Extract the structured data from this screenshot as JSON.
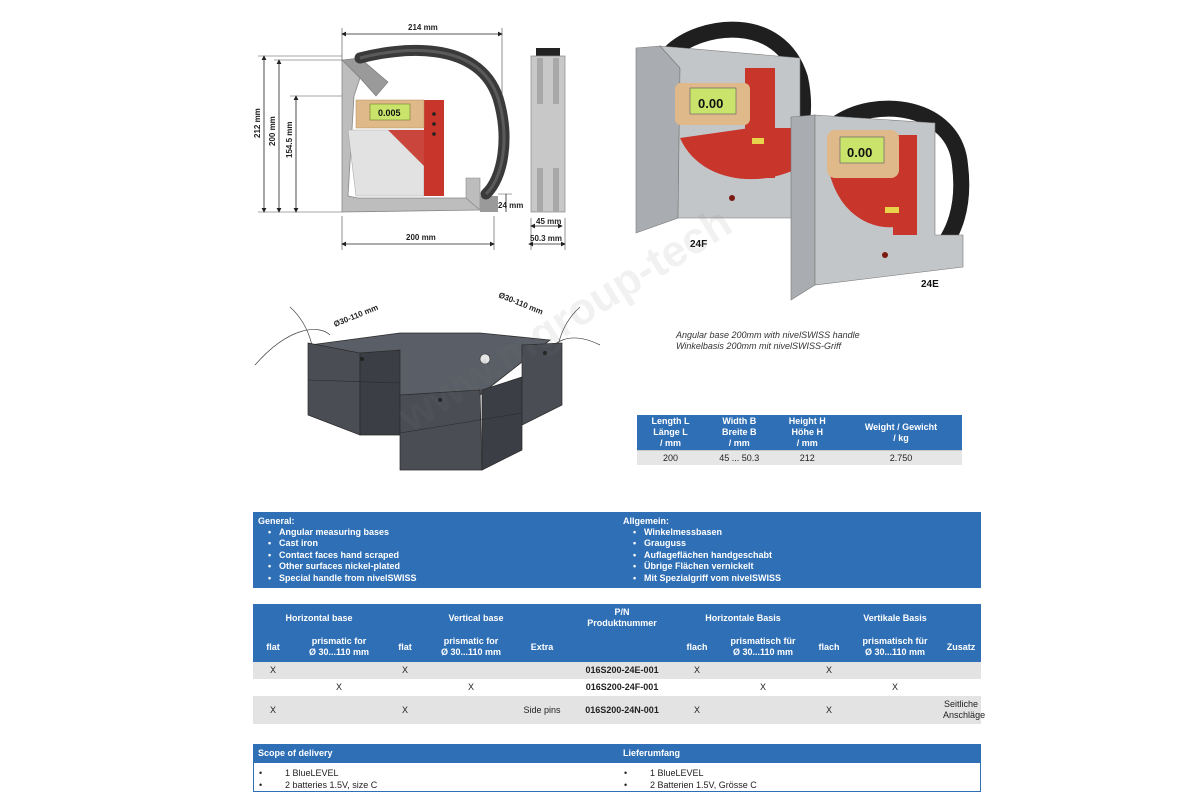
{
  "drawing": {
    "dim_width_top": "214 mm",
    "dim_height_total": "212 mm",
    "dim_height_inner": "200 mm",
    "dim_height_prism": "154.5 mm",
    "dim_base_height": "24 mm",
    "dim_length": "200 mm",
    "dim_width_b1": "45 mm",
    "dim_width_b2": "50.3 mm",
    "display_value": "0.005",
    "prism_range_left": "Ø30-110 mm",
    "prism_range_right": "Ø30-110 mm"
  },
  "photos": {
    "label_f": "24F",
    "label_e": "24E",
    "caption_en": "Angular base 200mm with nivelSWISS handle",
    "caption_de": "Winkelbasis 200mm mit nivelSWISS-Griff",
    "display_f": "0.00",
    "display_e": "0.00"
  },
  "watermark": "www.mgroup-tech",
  "spec_table": {
    "headers": [
      {
        "l1": "Length L",
        "l2": "Länge L",
        "l3": "/ mm"
      },
      {
        "l1": "Width B",
        "l2": "Breite B",
        "l3": "/ mm"
      },
      {
        "l1": "Height H",
        "l2": "Höhe H",
        "l3": "/ mm"
      },
      {
        "l1": "Weight / Gewicht",
        "l2": "",
        "l3": "/ kg"
      }
    ],
    "row": [
      "200",
      "45 ... 50.3",
      "212",
      "2.750"
    ]
  },
  "general": {
    "en_title": "General:",
    "en_items": [
      "Angular measuring bases",
      "Cast iron",
      "Contact faces hand scraped",
      "Other surfaces nickel-plated",
      "Special handle from nivelSWISS"
    ],
    "de_title": "Allgemein:",
    "de_items": [
      "Winkelmessbasen",
      "Grauguss",
      "Auflageflächen handgeschabt",
      "Übrige Flächen vernickelt",
      "Mit Spezialgriff vom nivelSWISS"
    ]
  },
  "order_table": {
    "group_headers": {
      "horizontal_base": "Horizontal base",
      "vertical_base": "Vertical base",
      "pn_l1": "P/N",
      "pn_l2": "Produktnummer",
      "horizontale_basis": "Horizontale Basis",
      "vertikale_basis": "Vertikale Basis"
    },
    "sub_headers": {
      "flat": "flat",
      "prismatic_l1": "prismatic for",
      "prismatic_l2": "Ø 30...110 mm",
      "extra": "Extra",
      "flach": "flach",
      "prismatisch_l1": "prismatisch für",
      "prismatisch_l2": "Ø 30...110 mm",
      "zusatz": "Zusatz"
    },
    "rows": [
      {
        "hf": "X",
        "hp": "",
        "vf": "X",
        "vp": "",
        "extra": "",
        "pn": "016S200-24E-001",
        "hbf": "X",
        "hbp": "",
        "vbf": "X",
        "vbp": "",
        "zusatz_l1": "",
        "zusatz_l2": ""
      },
      {
        "hf": "",
        "hp": "X",
        "vf": "",
        "vp": "X",
        "extra": "",
        "pn": "016S200-24F-001",
        "hbf": "",
        "hbp": "X",
        "vbf": "",
        "vbp": "X",
        "zusatz_l1": "",
        "zusatz_l2": ""
      },
      {
        "hf": "X",
        "hp": "",
        "vf": "X",
        "vp": "",
        "extra": "Side pins",
        "pn": "016S200-24N-001",
        "hbf": "X",
        "hbp": "",
        "vbf": "X",
        "vbp": "",
        "zusatz_l1": "Seitliche",
        "zusatz_l2": "Anschläge"
      }
    ]
  },
  "scope": {
    "en_title": "Scope of delivery",
    "en_items": [
      "1 BlueLEVEL",
      "2 batteries 1.5V, size C"
    ],
    "de_title": "Lieferumfang",
    "de_items": [
      "1 BlueLEVEL",
      "2 Batterien 1.5V, Grösse C"
    ]
  },
  "colors": {
    "accent_blue": "#2f6fb5",
    "level_red": "#c8352b",
    "wood": "#e0b98a",
    "lcd_green": "#c9e36b"
  }
}
